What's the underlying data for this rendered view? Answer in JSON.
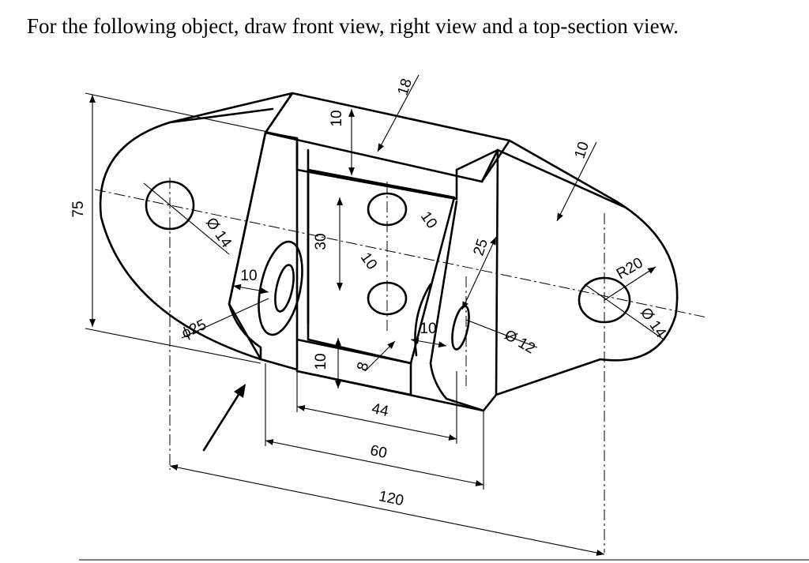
{
  "prompt": "For the following object, draw front view, right view and a top-section view.",
  "dimensions": {
    "d_75": "75",
    "d_18": "18",
    "d_10_top": "10",
    "d_10_right_flange": "10",
    "d_phi14_left": "Ø 14",
    "d_10_left_web": "10",
    "d_30": "30",
    "d_10_hole_upper": "10",
    "d_10_hole_lower": "10",
    "d_25": "25",
    "d_R20": "R20",
    "d_phi14_right": "Ø 14",
    "d_phi25": "ϕ25",
    "d_10_bottom": "10",
    "d_8": "8",
    "d_10_right_web": "10",
    "d_phi12": "Ø 12",
    "d_44": "44",
    "d_60": "60",
    "d_120": "120"
  }
}
